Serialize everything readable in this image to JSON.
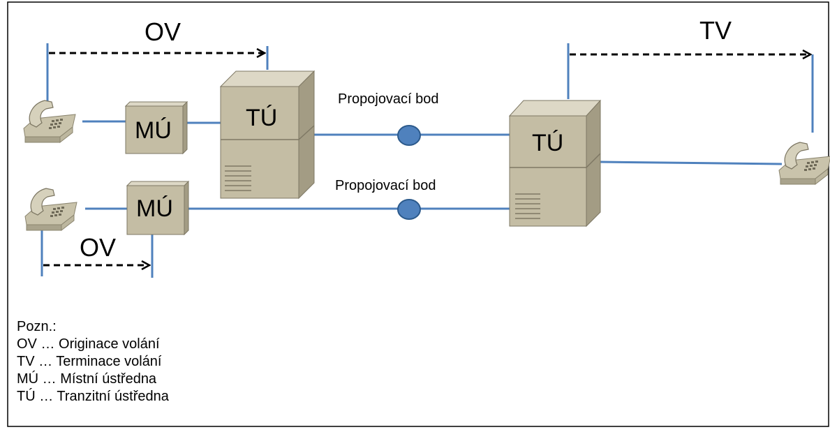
{
  "labels": {
    "ov_top": "OV",
    "ov_bottom": "OV",
    "tv": "TV",
    "mu_top": "MÚ",
    "mu_bottom": "MÚ",
    "tu_left": "TÚ",
    "tu_right": "TÚ",
    "pb_top": "Propojovací bod",
    "pb_bottom": "Propojovací bod"
  },
  "legend": {
    "title": "Pozn.:",
    "items": [
      "OV … Originace volání",
      "TV … Terminace volání",
      "MÚ … Místní ústředna",
      "TÚ … Tranzitní ústředna"
    ]
  },
  "colors": {
    "line": "#4f81bd",
    "node": "#4f81bd",
    "box_front": "#c4bda4",
    "box_side": "#a39c84",
    "box_top": "#ddd8c6",
    "frame": "#000000"
  }
}
